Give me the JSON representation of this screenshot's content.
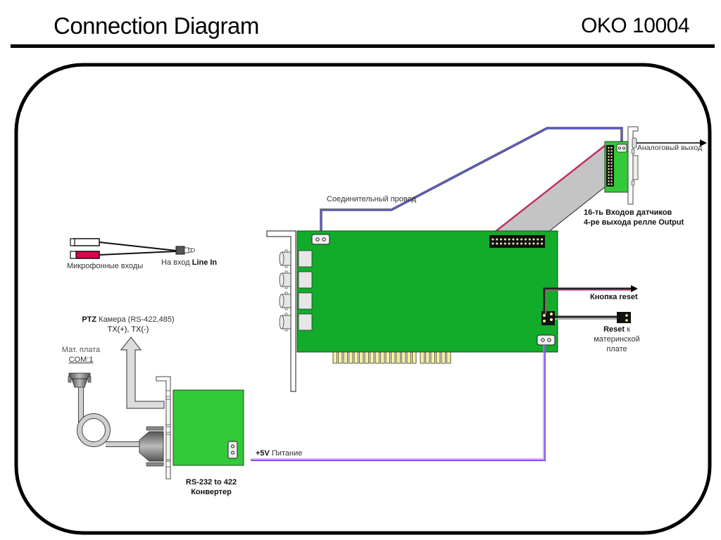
{
  "header": {
    "title": "Connection Diagram",
    "model": "OKO 10004"
  },
  "labels": {
    "connecting_wire": "Соединительный провод",
    "analog_output": "Аналоговый выход",
    "sensor_inputs_line1": "16-ть Входов датчиков",
    "sensor_inputs_line2": "4-ре выхода релле Output",
    "mic_inputs": "Микрофонные входы",
    "line_in_prefix": "На вход",
    "line_in_bold": "Line In",
    "ptz_bold": "PTZ",
    "ptz_rest": "Камера (RS-422,485)",
    "ptz_tx": "TX(+), TX(-)",
    "motherboard": "Мат. плата",
    "com_port": "COM:1",
    "reset_button": "Кнопка reset",
    "reset_bold": "Reset",
    "reset_rest_1": "к",
    "reset_rest_2": "материнской",
    "reset_rest_3": "плате",
    "power_bold": "+5V",
    "power_rest": "Питание",
    "converter_line1": "RS-232 to 422",
    "converter_line2": "Конвертер"
  },
  "colors": {
    "board_green": "#12ab2a",
    "converter_green": "#33c93a",
    "blue_wire": "#4a4ad8",
    "pink_wire": "#d04a86",
    "purple_wire": "#a070e0",
    "ribbon_gray": "#c4c4c4",
    "pin_yellow": "#f5f0a0"
  }
}
